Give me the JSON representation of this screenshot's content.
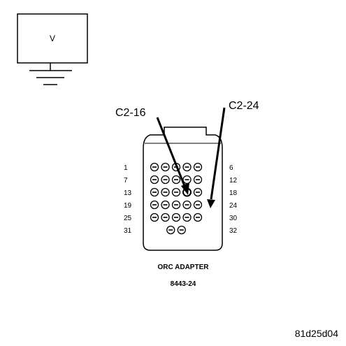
{
  "voltmeter": {
    "symbol": "V"
  },
  "callouts": {
    "left": "C2-16",
    "right": "C2-24"
  },
  "pin_rows": [
    {
      "left": "1",
      "right": "6",
      "count": 5
    },
    {
      "left": "7",
      "right": "12",
      "count": 5
    },
    {
      "left": "13",
      "right": "18",
      "count": 5
    },
    {
      "left": "19",
      "right": "24",
      "count": 5
    },
    {
      "left": "25",
      "right": "30",
      "count": 5
    },
    {
      "left": "31",
      "right": "32",
      "count": 2
    }
  ],
  "highlighted_pins": [
    "16",
    "24"
  ],
  "adapter": {
    "name": "ORC ADAPTER",
    "part_number": "8443-24"
  },
  "figure_id": "81d25d04"
}
